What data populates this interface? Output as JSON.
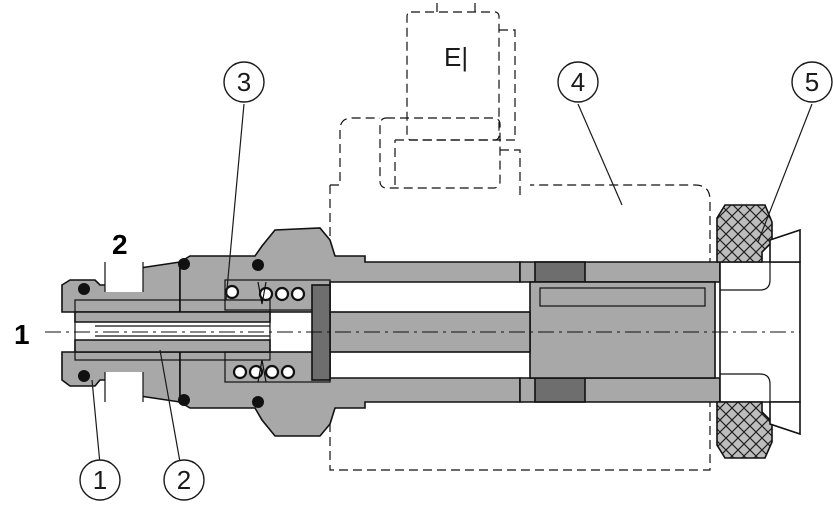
{
  "ports": {
    "port_1": "1",
    "port_2": "2"
  },
  "callouts": {
    "c1": "1",
    "c2": "2",
    "c3": "3",
    "c4": "4",
    "c5": "5"
  },
  "connector_symbol": "E|",
  "colors": {
    "body_fill": "#a8a8a8",
    "dark_fill": "#6e6e6e",
    "knob_fill": "#bdbdbd",
    "line": "#111111",
    "background": "#ffffff"
  }
}
